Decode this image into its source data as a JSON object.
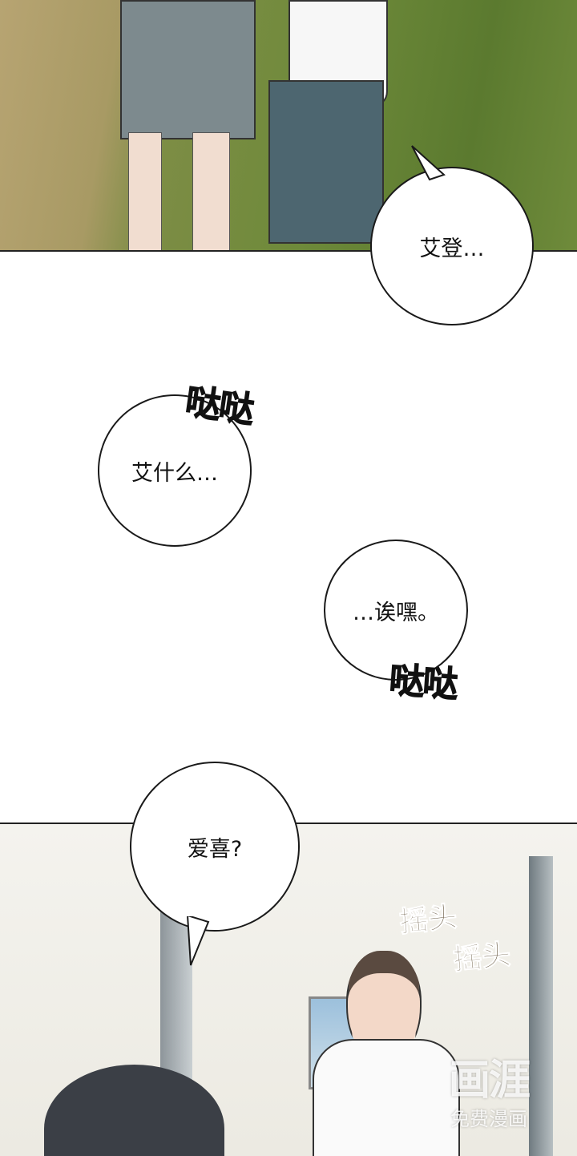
{
  "bubbles": {
    "b1": "艾登…",
    "b2": "艾什么…",
    "b3": "…诶嘿。",
    "b4": "爱喜?"
  },
  "sfx": {
    "footsteps1": "哒哒",
    "footsteps2": "哒哒",
    "shake1": "摇头",
    "shake2": "摇头"
  },
  "watermark": {
    "logo": "画涯",
    "tagline": "免费漫画"
  }
}
